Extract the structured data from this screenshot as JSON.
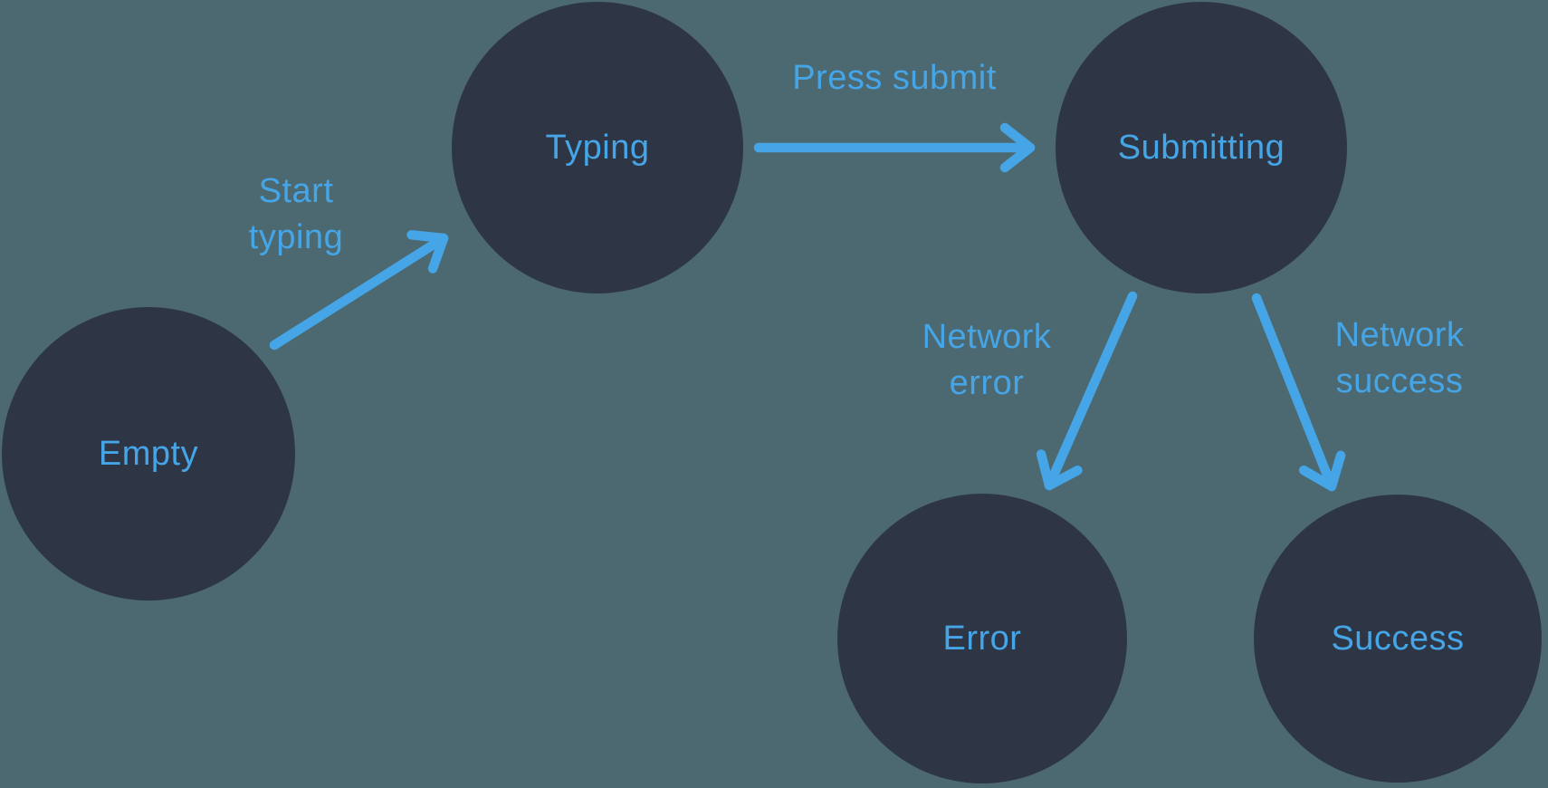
{
  "colors": {
    "background": "#4C6971",
    "node_fill": "#2E3645",
    "accent": "#45A5E6"
  },
  "states": [
    {
      "id": "empty",
      "label": "Empty"
    },
    {
      "id": "typing",
      "label": "Typing"
    },
    {
      "id": "submitting",
      "label": "Submitting"
    },
    {
      "id": "error",
      "label": "Error"
    },
    {
      "id": "success",
      "label": "Success"
    }
  ],
  "transitions": [
    {
      "id": "start-typing",
      "from": "empty",
      "to": "typing",
      "label": "Start typing",
      "lines": [
        "Start",
        "typing"
      ]
    },
    {
      "id": "press-submit",
      "from": "typing",
      "to": "submitting",
      "label": "Press submit",
      "lines": [
        "Press submit"
      ]
    },
    {
      "id": "network-error",
      "from": "submitting",
      "to": "error",
      "label": "Network error",
      "lines": [
        "Network",
        "error"
      ]
    },
    {
      "id": "network-success",
      "from": "submitting",
      "to": "success",
      "label": "Network success",
      "lines": [
        "Network",
        "success"
      ]
    }
  ]
}
